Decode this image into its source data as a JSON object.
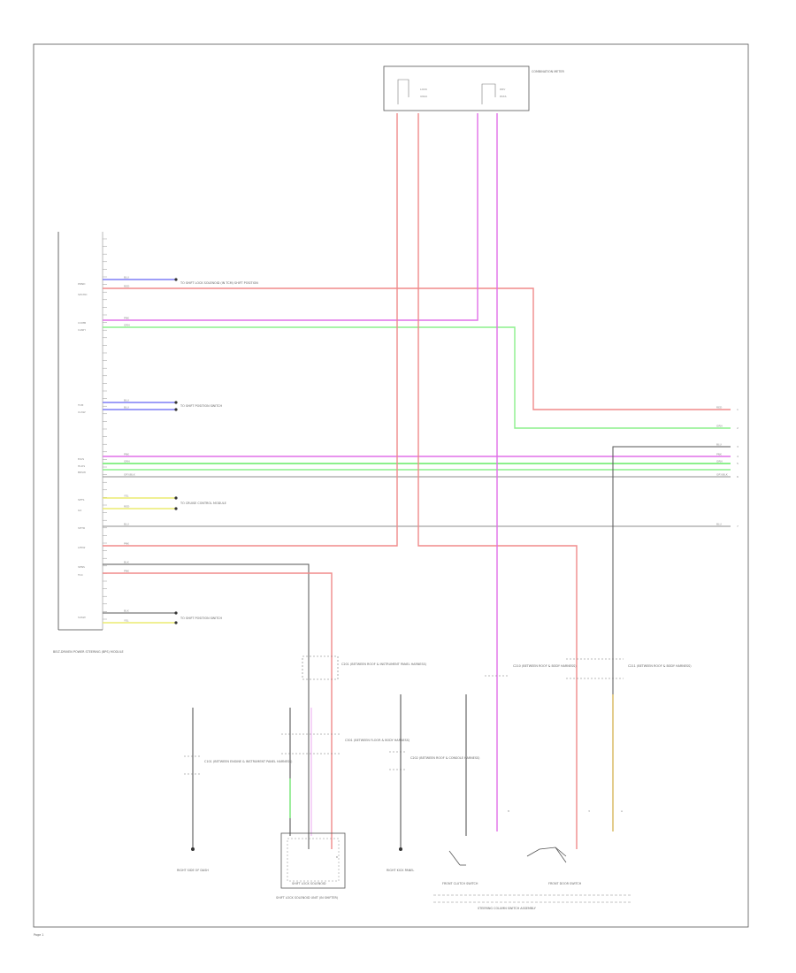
{
  "colors": {
    "red": "#f08a8a",
    "magenta": "#e070e8",
    "green": "#8cf08c",
    "blue": "#7f7ff5",
    "yellow": "#ecec70",
    "gray": "#8c8c8c",
    "orange": "#dcc070",
    "frame": "#555555"
  },
  "ecm": {
    "pin_labels": [
      "BLU",
      "RED",
      "PNK",
      "GRN",
      "BLU",
      "BLU",
      "PNK",
      "GRN",
      "GRY/BLK",
      "YEL",
      "RED",
      "BLU",
      "PNK",
      "BLK",
      "PNK",
      "BLK",
      "YEL"
    ],
    "side_labels": [
      "PRND",
      "SPCHD",
      "COMB",
      "CANH",
      "TCM",
      "CLSW",
      "ELVS",
      "HLDS",
      "BRSW",
      "SPTS",
      "G2",
      "SHTR",
      "LPSW",
      "SENS",
      "TCC",
      "S4SW"
    ],
    "name": "BELT-DRIVEN POWER STEERING (BPS) MODULE"
  },
  "top_module": {
    "title": "COMBINATION METER",
    "pins": [
      "LOCK",
      "UNLK",
      "DRV",
      "PASS"
    ]
  },
  "annotations": {
    "a1": "TO SHIFT LOCK SOLENOID (IN TCM) SHIFT POSITION",
    "a2": "TO SHIFT POSITION SWITCH",
    "a3": "TO CRUISE CONTROL MODULE",
    "a4": "TO SHIFT POSITION SWITCH"
  },
  "right_labels": [
    "RED",
    "GRN",
    "BLU",
    "PNK",
    "GRN",
    "GRY/BLK",
    "BLU"
  ],
  "right_nums": [
    "1",
    "2",
    "3",
    "4",
    "5",
    "6",
    "7"
  ],
  "connectors": {
    "c1": "C201 (BETWEEN ROOF & INSTRUMENT PANEL HARNESS)",
    "c2": "C210 (BETWEEN ROOF & BODY HARNESS)",
    "c3": "C211 (BETWEEN ROOF & BODY HARNESS)",
    "c4": "C101 (BETWEEN ENGINE & INSTRUMENT PANEL HARNESS)",
    "c5": "C301 (BETWEEN FLOOR & BODY HARNESS)",
    "c6": "C202 (BETWEEN ROOF & CONSOLE HARNESS)"
  },
  "components": {
    "g1": "RIGHT SIDE OF DASH",
    "g2": "RIGHT KICK PANEL",
    "shift_lock": "SHIFT LOCK SOLENOID",
    "shift_unit": "SHIFT LOCK SOLENOID UNIT (IN SHIFTER)",
    "sw1": "FRONT CLUTCH SWITCH",
    "sw2": "FRONT DOOR SWITCH",
    "assembly": "STEERING COLUMN SWITCH ASSEMBLY",
    "pin_a": "8",
    "pin_b": "3",
    "pin_c": "A",
    "pin_d": "B"
  },
  "page_number": "Page 1"
}
